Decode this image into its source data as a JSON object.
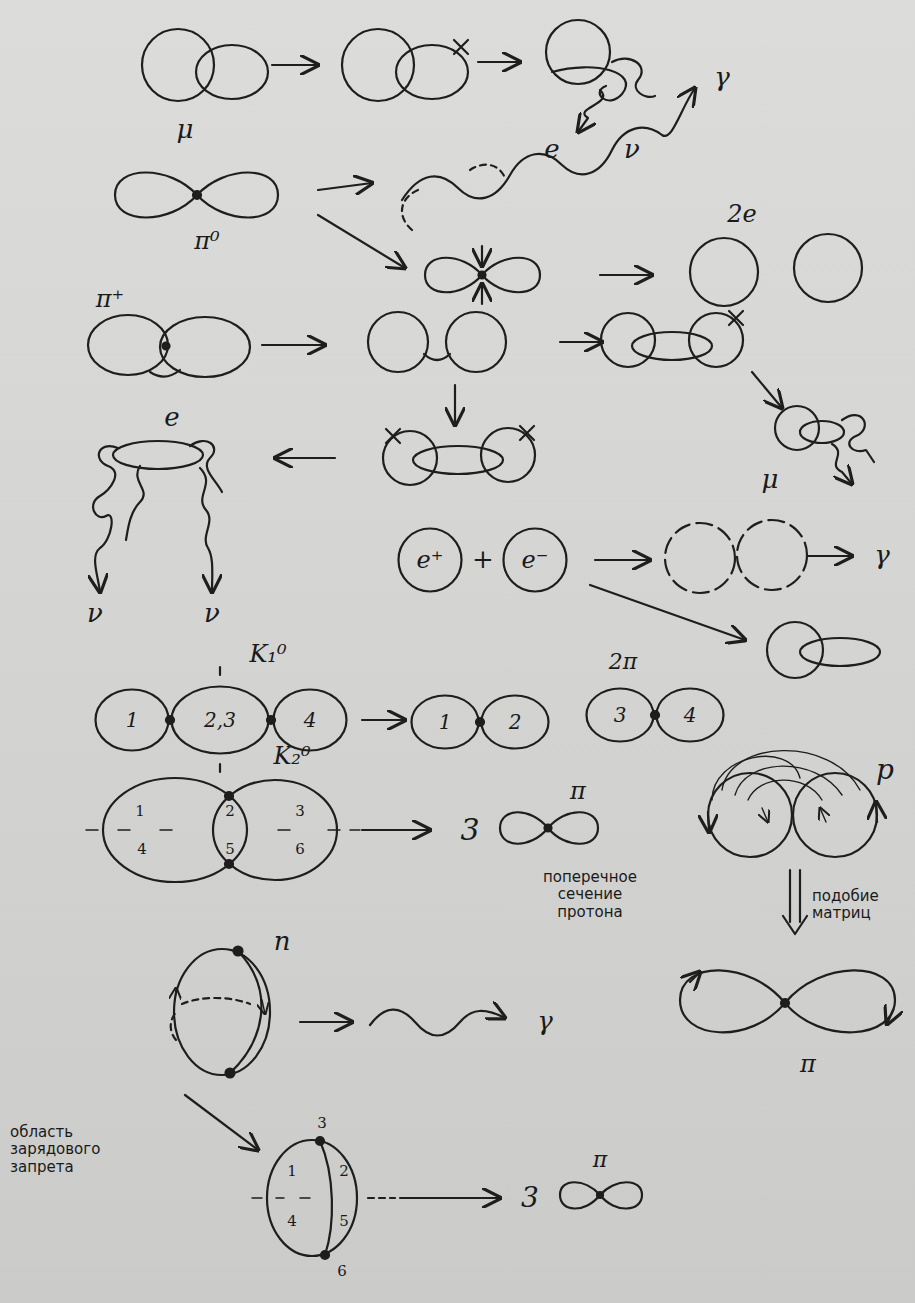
{
  "diagram": {
    "nodes": [
      {
        "text": [
          "e⁺"
        ]
      },
      {
        "text": [
          "e⁻"
        ]
      },
      {
        "text": [
          "1"
        ]
      },
      {
        "text": [
          "2,3"
        ]
      },
      {
        "text": [
          "4"
        ]
      },
      {
        "text": [
          "1"
        ]
      },
      {
        "text": [
          "2"
        ]
      },
      {
        "text": [
          "3"
        ]
      },
      {
        "text": [
          "4"
        ]
      }
    ],
    "labels": [
      "μ",
      "γ",
      "e",
      "ν",
      "π⁰",
      "2e",
      "π⁺",
      "e",
      "μ",
      "ν",
      "ν",
      "+",
      "γ",
      "K₁⁰",
      "2π",
      "K₂⁰",
      "1",
      "2",
      "3",
      "4",
      "5",
      "6",
      "3",
      "π",
      "p",
      "поперечное сечение протона",
      "подобие матриц",
      "n",
      "γ",
      "π",
      "область зарядового запрета",
      "3",
      "1",
      "2",
      "4",
      "5",
      "6",
      "3",
      "π"
    ]
  }
}
